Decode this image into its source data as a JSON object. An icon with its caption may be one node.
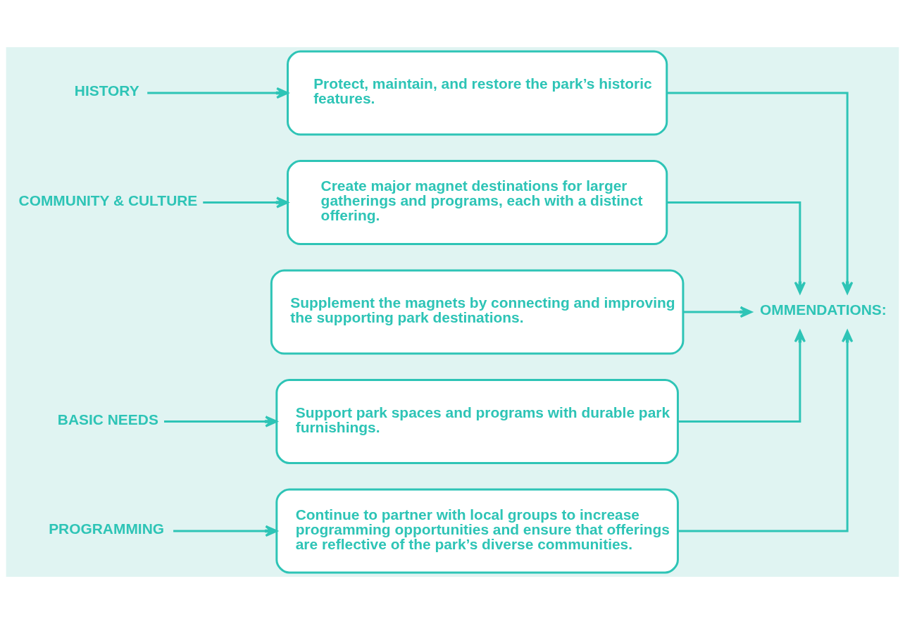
{
  "diagram": {
    "nodes": [
      {
        "text": [
          "HISTORY"
        ]
      },
      {
        "text": [
          "Protect, maintain, and restore the park’s historic features."
        ]
      },
      {
        "text": [
          "COMMUNITY & CULTURE"
        ]
      },
      {
        "text": [
          "Create major magnet destinations for larger gatherings and programs, each with a distinct offering."
        ]
      },
      {
        "text": [
          "Supplement the magnets by connecting and improving the supporting park destinations."
        ]
      },
      {
        "text": [
          "BASIC NEEDS"
        ]
      },
      {
        "text": [
          "Support park spaces and programs with durable park furnishings."
        ]
      },
      {
        "text": [
          "PROGRAMMING"
        ]
      },
      {
        "text": [
          "Continue to partner with local groups to increase programming opportunities and ensure that offerings are reflective of the park’s diverse communities."
        ]
      },
      {
        "text": [
          "OMMENDATIONS:"
        ]
      }
    ],
    "edges": [
      {
        "from": 0,
        "to": 1,
        "arrow": "to"
      },
      {
        "from": 2,
        "to": 3,
        "arrow": "to"
      },
      {
        "from": 5,
        "to": 6,
        "arrow": "to"
      },
      {
        "from": 7,
        "to": 8,
        "arrow": "to"
      },
      {
        "from": 1,
        "to": 9,
        "arrow": "to"
      },
      {
        "from": 3,
        "to": 9,
        "arrow": "to"
      },
      {
        "from": 4,
        "to": 9,
        "arrow": "to"
      },
      {
        "from": 6,
        "to": 9,
        "arrow": "to"
      },
      {
        "from": 8,
        "to": 9,
        "arrow": "to"
      }
    ]
  }
}
